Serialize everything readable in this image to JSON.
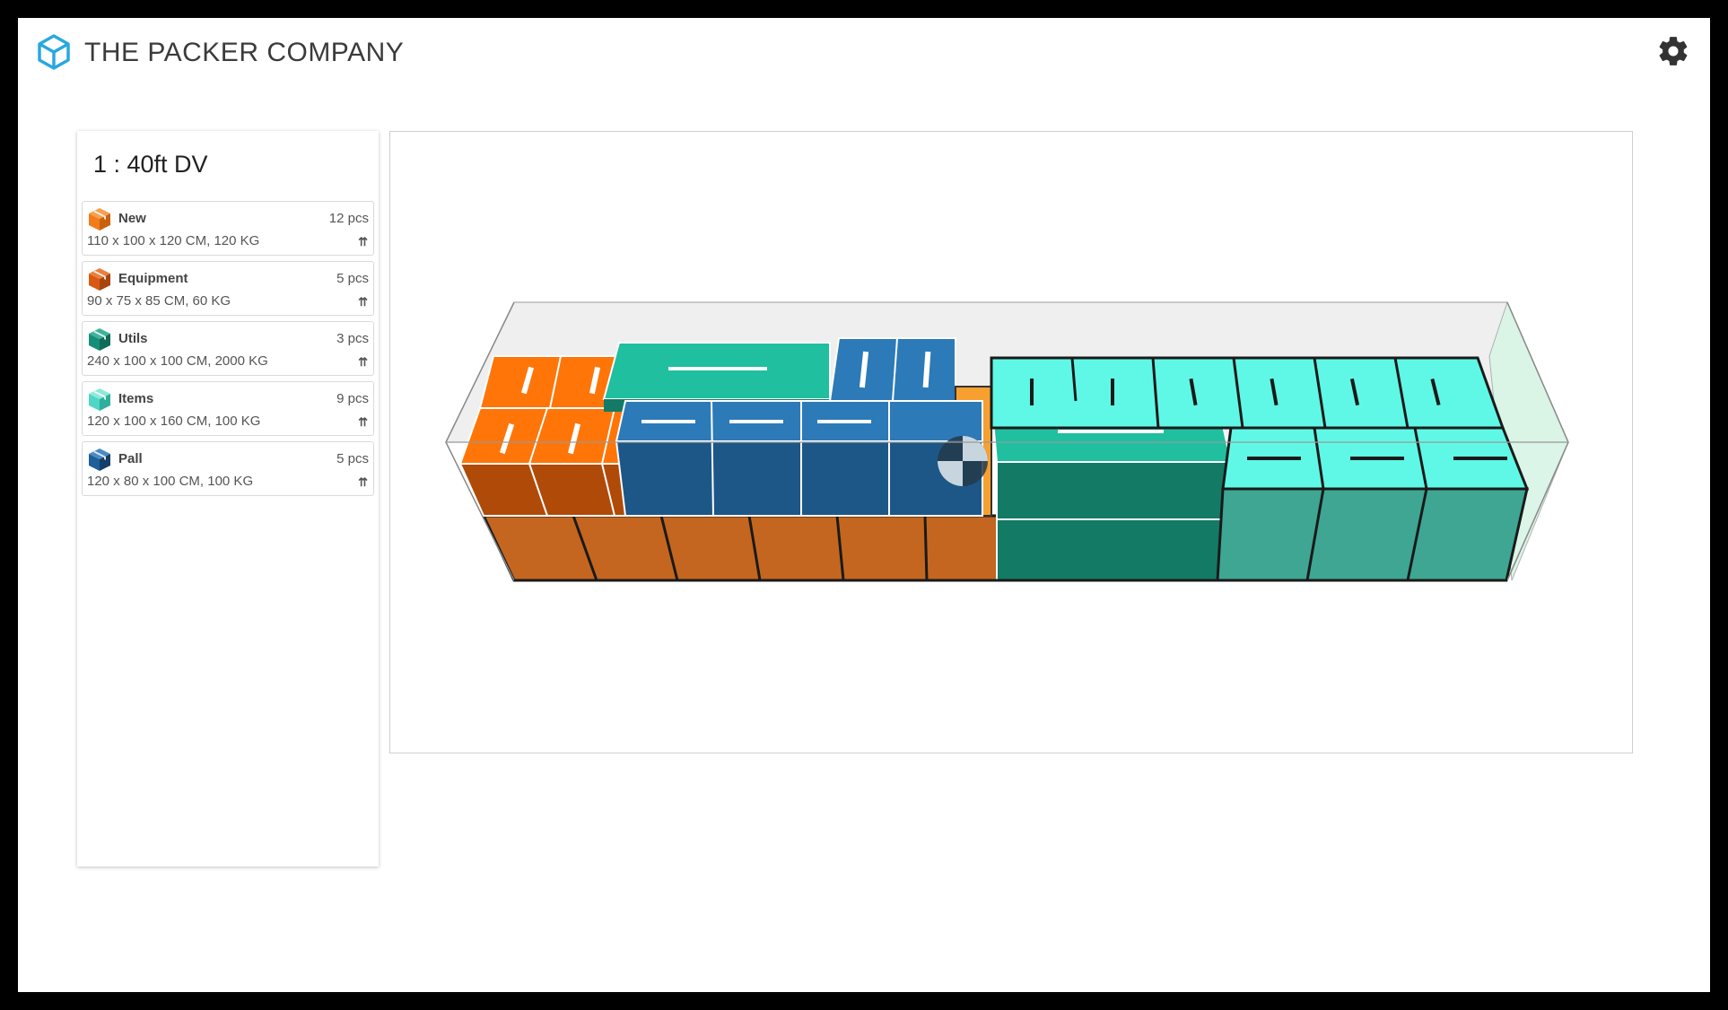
{
  "app": {
    "title": "THE PACKER COMPANY",
    "logo_icon": "hexagon-logo-icon",
    "settings_icon": "gear-icon",
    "accent_color": "#29a8e0"
  },
  "container": {
    "title": "1 : 40ft DV"
  },
  "items": [
    {
      "name": "New",
      "quantity": "12 pcs",
      "dimensions": "110 x 100 x 120 CM, 120 KG",
      "stack_icon": "⇈",
      "color": "#f07d1a"
    },
    {
      "name": "Equipment",
      "quantity": "5 pcs",
      "dimensions": "90 x 75 x 85 CM, 60 KG",
      "stack_icon": "⇈",
      "color": "#d85a12"
    },
    {
      "name": "Utils",
      "quantity": "3 pcs",
      "dimensions": "240 x 100 x 100 CM, 2000 KG",
      "stack_icon": "⇈",
      "color": "#168f78"
    },
    {
      "name": "Items",
      "quantity": "9 pcs",
      "dimensions": "120 x 100 x 160 CM, 100 KG",
      "stack_icon": "⇈",
      "color": "#4fd6c4"
    },
    {
      "name": "Pall",
      "quantity": "5 pcs",
      "dimensions": "120 x 80 x 100 CM, 100 KG",
      "stack_icon": "⇈",
      "color": "#1f5f99"
    }
  ]
}
